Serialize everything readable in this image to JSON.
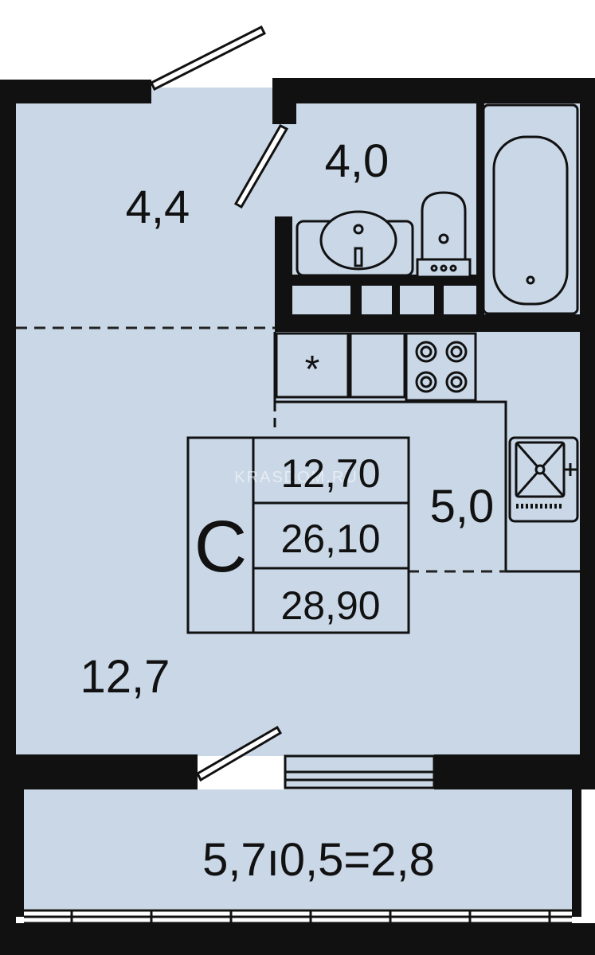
{
  "rooms": {
    "hallway_area": "4,4",
    "bathroom_area": "4,0",
    "living_area": "12,7",
    "kitchen_area": "5,0",
    "balcony_area": "5,7ı0,5=2,8"
  },
  "summary": {
    "type_letter": "С",
    "living_total": "12,70",
    "total_area": "26,10",
    "total_with_balcony": "28,90"
  },
  "watermark": "KRASDOM.RU",
  "colors": {
    "floor": "#c9d7e6",
    "wall": "#111111",
    "line": "#222222"
  }
}
